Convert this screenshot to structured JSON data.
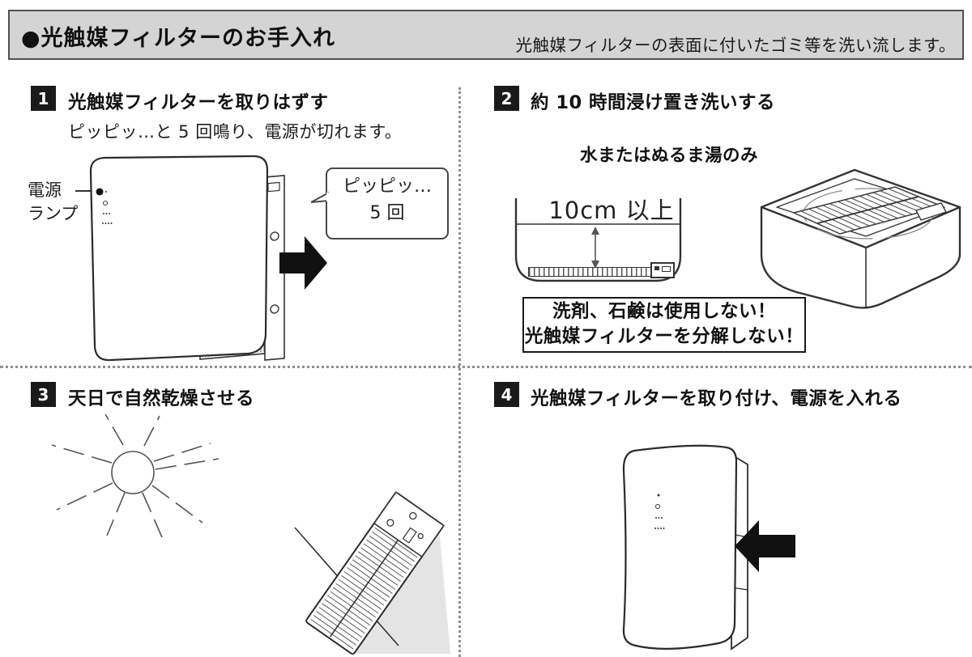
{
  "header": {
    "title": "●光触媒フィルターのお手入れ",
    "description": "光触媒フィルターの表面に付いたゴミ等を洗い流します。"
  },
  "steps": {
    "s1": {
      "number": "1",
      "title": "光触媒フィルターを取りはずす",
      "description": "ピッピッ…と 5 回鳴り、電源が切れます。",
      "power_lamp_line1": "電源",
      "power_lamp_line2": "ランプ",
      "bubble_line1": "ピッピッ…",
      "bubble_line2": "5 回"
    },
    "s2": {
      "number": "2",
      "title": "約 10 時間浸け置き洗いする",
      "note": "水またはぬるま湯のみ",
      "depth_label": "10cm 以上",
      "warning_line1": "洗剤、石鹸は使用しない！",
      "warning_line2": "光触媒フィルターを分解しない！"
    },
    "s3": {
      "number": "3",
      "title": "天日で自然乾燥させる"
    },
    "s4": {
      "number": "4",
      "title": "光触媒フィルターを取り付け、電源を入れる"
    }
  },
  "colors": {
    "header_bg": "#d4d4d4",
    "line": "#2b2b2b",
    "arrow": "#111111",
    "shadow": "#e4e4e4"
  }
}
